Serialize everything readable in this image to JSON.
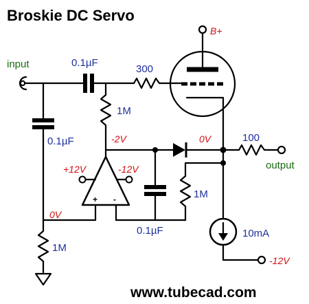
{
  "title": "Broskie DC Servo",
  "website": "www.tubecad.com",
  "labels": {
    "input": "input",
    "output": "output",
    "b_plus": "B+",
    "c_input": "0.1µF",
    "c_shunt": "0.1µF",
    "r_grid": "300",
    "r_divider_top": "1M",
    "v_minus2": "-2V",
    "v_0v_diode": "0V",
    "r_out": "100",
    "opamp_pos_supply": "+12V",
    "opamp_neg_supply": "-12V",
    "opamp_plus": "+",
    "opamp_minus": "-",
    "v_0v_left": "0V",
    "r_bottom": "1M",
    "r_feedback": "1M",
    "c_integrator": "0.1µF",
    "current_source": "10mA",
    "v_neg_rail": "-12V"
  },
  "colors": {
    "labels": "#1f2f9c",
    "io": "#1a6b12",
    "voltages": "#d10f0f",
    "wires": "#000000"
  }
}
